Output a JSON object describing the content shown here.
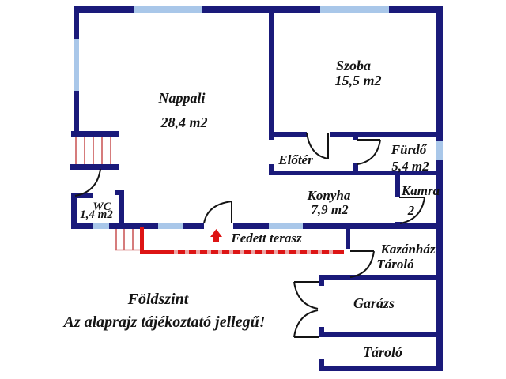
{
  "colors": {
    "wall": "#1a1a7a",
    "window": "#a9c7e9",
    "door": "#141414",
    "red": "#dd1414",
    "red_thin": "#cc5c5c",
    "red_dash": "#eba6a6",
    "text": "#141414"
  },
  "plan": {
    "rooms": {
      "nappali": {
        "label": "Nappali",
        "area": "28,4 m2"
      },
      "szoba": {
        "label": "Szoba",
        "area": "15,5 m2"
      },
      "eloter": {
        "label": "Előtér"
      },
      "furdo": {
        "label": "Fürdő",
        "area": "5,4 m2"
      },
      "kamra": {
        "label": "Kamra",
        "area": "2"
      },
      "konyha": {
        "label": "Konyha",
        "area": "7,9 m2"
      },
      "wc": {
        "label": "WC",
        "area": "1,4 m2"
      },
      "terasz": {
        "label": "Fedett terasz"
      },
      "kazanhaz": {
        "label": "Kazánház",
        "label2": "Tároló"
      },
      "garazs": {
        "label": "Garázs"
      },
      "tarolo": {
        "label": "Tároló"
      }
    },
    "footer": {
      "title": "Földszint",
      "disclaimer": "Az alaprajz tájékoztató jellegű!"
    }
  }
}
